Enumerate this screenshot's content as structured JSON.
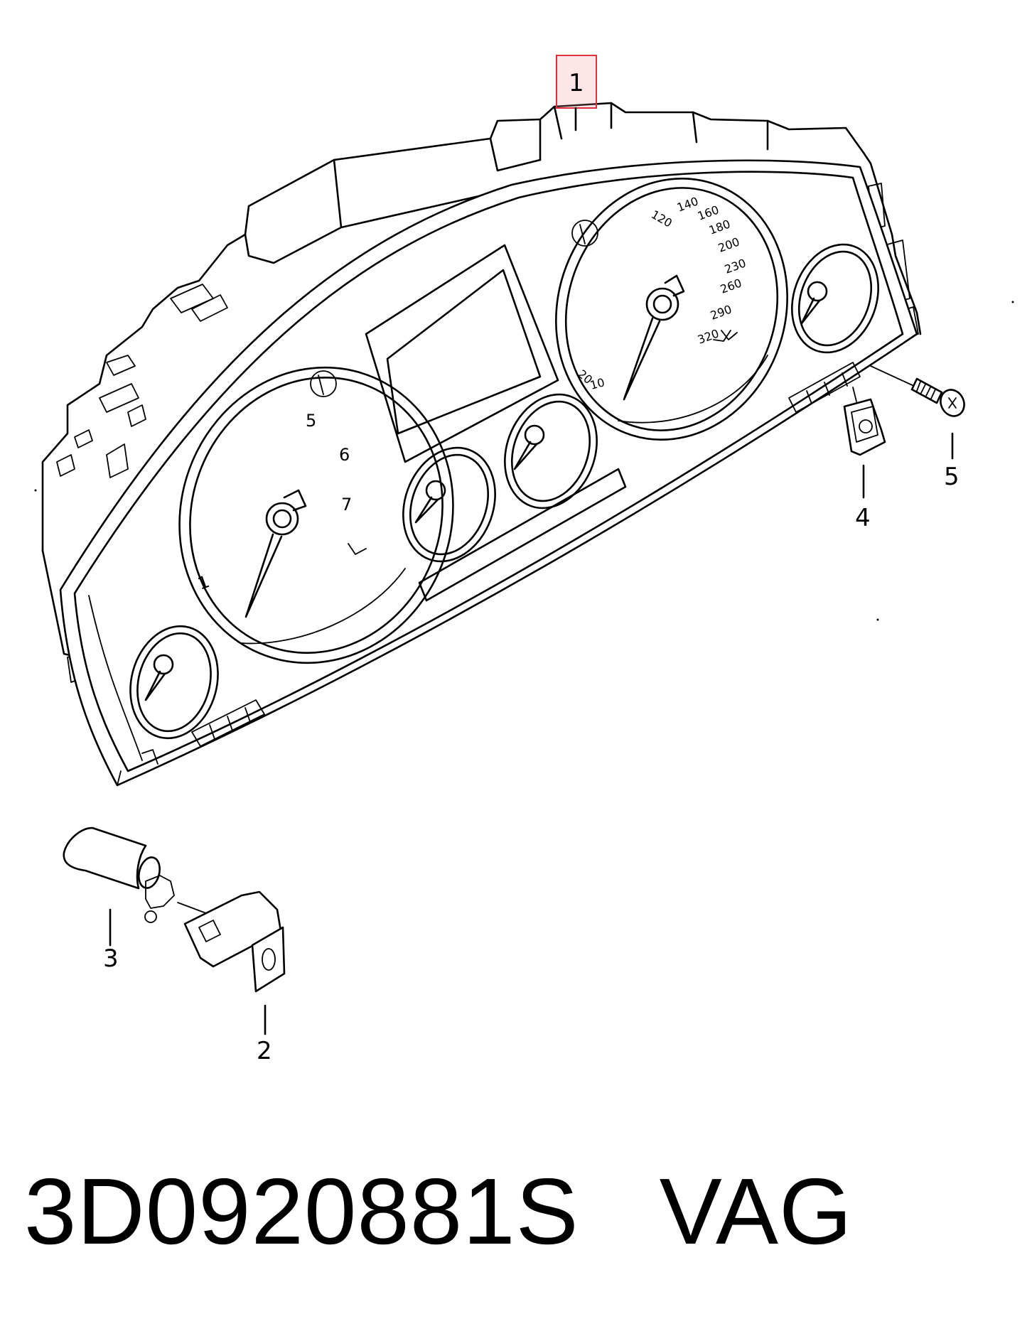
{
  "diagram": {
    "callouts": [
      {
        "id": "1",
        "label": "1",
        "highlighted": true
      },
      {
        "id": "2",
        "label": "2"
      },
      {
        "id": "3",
        "label": "3"
      },
      {
        "id": "4",
        "label": "4"
      },
      {
        "id": "5",
        "label": "5"
      }
    ],
    "highlight_color": "#e0303c",
    "speedometer_scale": [
      "10",
      "20",
      "120",
      "140",
      "160",
      "180",
      "200",
      "230",
      "260",
      "290",
      "320"
    ],
    "tachometer_scale": [
      "1",
      "5",
      "6",
      "7"
    ]
  },
  "caption": {
    "part_number": "3D0920881S",
    "brand": "VAG"
  }
}
